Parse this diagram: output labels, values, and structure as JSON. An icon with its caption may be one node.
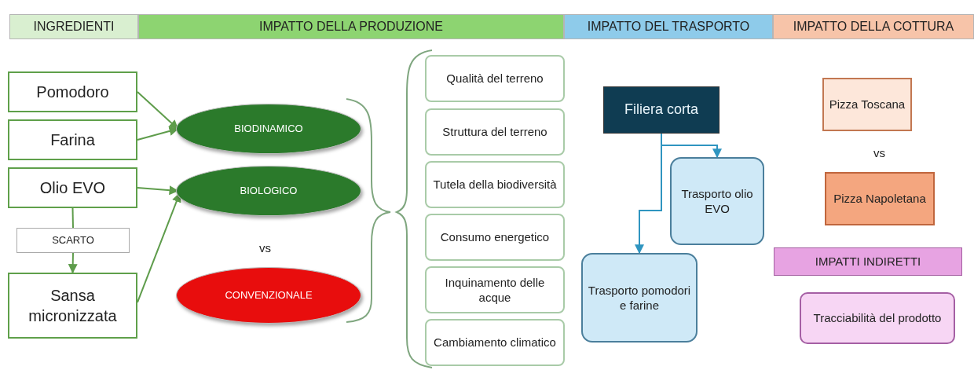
{
  "diagram": {
    "nodes": [
      {
        "text": [
          "INGREDIENTI"
        ]
      },
      {
        "text": [
          "IMPATTO DELLA PRODUZIONE"
        ]
      },
      {
        "text": [
          "IMPATTO DEL TRASPORTO"
        ]
      },
      {
        "text": [
          "IMPATTO DELLA COTTURA"
        ]
      },
      {
        "text": [
          "Pomodoro"
        ]
      },
      {
        "text": [
          "Farina"
        ]
      },
      {
        "text": [
          "Olio EVO"
        ]
      },
      {
        "text": [
          "SCARTO"
        ]
      },
      {
        "text": [
          "Sansa micronizzata"
        ]
      },
      {
        "text": [
          "BIODINAMICO"
        ]
      },
      {
        "text": [
          "BIOLOGICO"
        ]
      },
      {
        "text": [
          "CONVENZIONALE"
        ]
      },
      {
        "text": [
          "Qualità del terreno"
        ]
      },
      {
        "text": [
          "Struttura del terreno"
        ]
      },
      {
        "text": [
          "Tutela della biodiversità"
        ]
      },
      {
        "text": [
          "Consumo energetico"
        ]
      },
      {
        "text": [
          "Inquinamento delle acque"
        ]
      },
      {
        "text": [
          "Cambiamento climatico"
        ]
      },
      {
        "text": [
          "Filiera corta"
        ]
      },
      {
        "text": [
          "Trasporto olio EVO"
        ]
      },
      {
        "text": [
          "Trasporto pomodori e farine"
        ]
      },
      {
        "text": [
          "Pizza Toscana"
        ]
      },
      {
        "text": [
          "Pizza Napoletana"
        ]
      },
      {
        "text": [
          "IMPATTI INDIRETTI"
        ]
      },
      {
        "text": [
          "Tracciabilità del prodotto"
        ]
      }
    ],
    "edges": [
      {
        "from": 4,
        "to": 9,
        "arrow": "to"
      },
      {
        "from": 5,
        "to": 9,
        "arrow": "to"
      },
      {
        "from": 6,
        "to": 10,
        "arrow": "to"
      },
      {
        "from": 8,
        "to": 10,
        "arrow": "to"
      },
      {
        "from": 6,
        "to": 7,
        "arrow": "none"
      },
      {
        "from": 7,
        "to": 8,
        "arrow": "to"
      },
      {
        "from": 18,
        "to": 19,
        "arrow": "to",
        "color": "#2f95c0"
      },
      {
        "from": 18,
        "to": 20,
        "arrow": "to",
        "color": "#2f95c0"
      }
    ],
    "labels": [
      "vs",
      "vs"
    ]
  }
}
